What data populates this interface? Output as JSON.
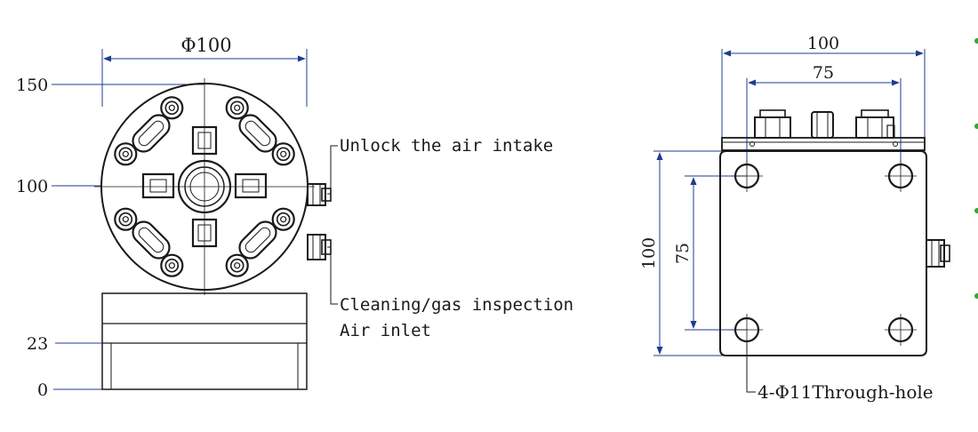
{
  "front_view": {
    "diameter_label": "Φ100",
    "height_markers": [
      "150",
      "100",
      "23",
      "0"
    ],
    "callout_unlock": "Unlock the air intake",
    "callout_cleaning_line1": "Cleaning/gas inspection",
    "callout_cleaning_line2": "Air inlet"
  },
  "side_view": {
    "width_outer": "100",
    "width_inner": "75",
    "height_outer": "100",
    "height_inner": "75",
    "hole_note": "4-Φ11Through-hole"
  },
  "colors": {
    "line": "#1a1a1a",
    "dimension": "#1f3c8f",
    "accent_dots": "#3aa33a"
  }
}
